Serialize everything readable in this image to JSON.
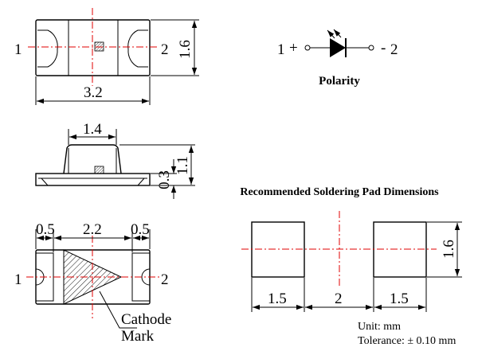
{
  "top_view": {
    "pin_left": "1",
    "pin_right": "2",
    "length": "3.2",
    "width": "1.6"
  },
  "polarity": {
    "pin_left": "1",
    "plus_sign": "+",
    "minus_sign": "-",
    "pin_right": "2",
    "title": "Polarity"
  },
  "side_view": {
    "lens_width": "1.4",
    "total_height": "1.1",
    "body_height": "0.3"
  },
  "bottom_view": {
    "pin_left": "1",
    "pin_right": "2",
    "pad_left": "0.5",
    "center": "2.2",
    "pad_right": "0.5",
    "cathode_line1": "Cathode",
    "cathode_line2": "Mark"
  },
  "pad_layout": {
    "title": "Recommended Soldering Pad Dimensions",
    "height": "1.6",
    "pad_left": "1.5",
    "gap": "2",
    "pad_right": "1.5"
  },
  "notes": {
    "unit": "Unit: mm",
    "tolerance": "Tolerance: ± 0.10 mm"
  },
  "colors": {
    "lines": "#000000",
    "centerline": "#e00000",
    "background": "#ffffff"
  }
}
